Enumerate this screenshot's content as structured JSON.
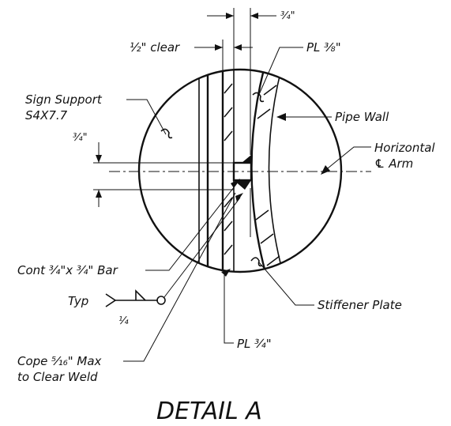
{
  "labels": {
    "sign_support_line1": "Sign Support",
    "sign_support_line2": "S4X7.7",
    "half_clear": "½\" clear",
    "three_quarter_top": "¾\"",
    "pl_three_eighths": "PL ⅜\"",
    "pipe_wall": "Pipe Wall",
    "horizontal_line1": "Horizontal",
    "horizontal_line2": "℄ Arm",
    "three_quarter_left": "¾\"",
    "cont_bar": "Cont ¾\"x ¾\" Bar",
    "typ": "Typ",
    "weld_size": "¼",
    "stiffener_plate": "Stiffener Plate",
    "pl_three_quarter": "PL ¾\"",
    "cope_line1": "Cope ⁵⁄₁₆\" Max",
    "cope_line2": "to Clear Weld",
    "title": "DETAIL A"
  }
}
